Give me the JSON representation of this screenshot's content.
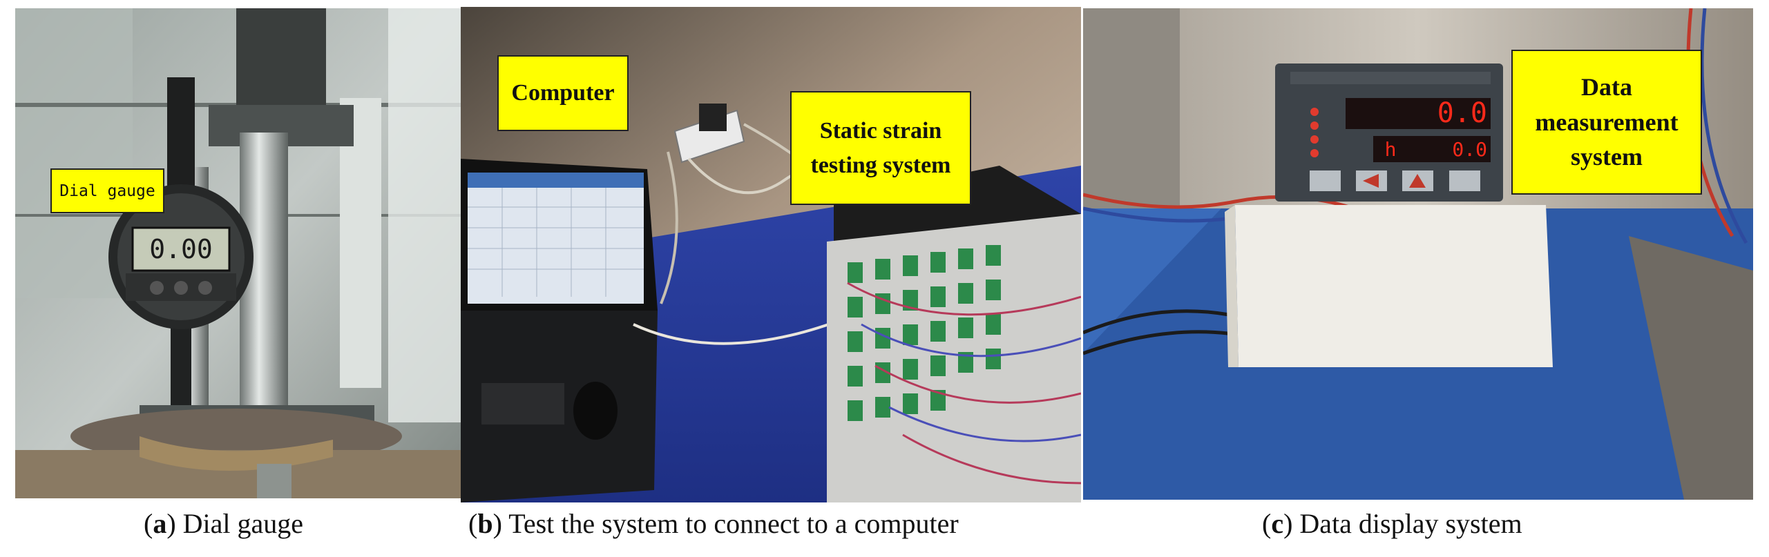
{
  "panels": [
    {
      "label_box": "Dial gauge",
      "display_value": "0.00",
      "caption_letter": "a",
      "caption_text": "Dial gauge"
    },
    {
      "label_box_1": "Computer",
      "label_box_2_line1": "Static strain",
      "label_box_2_line2": "testing system",
      "caption_letter": "b",
      "caption_text": "Test the system to connect to a computer"
    },
    {
      "label_box_line1": "Data",
      "label_box_line2": "measurement",
      "label_box_line3": "system",
      "display_value_1": "0.0",
      "display_value_2": "0.0",
      "display_prefix": "h",
      "caption_letter": "c",
      "caption_text": "Data display system"
    }
  ]
}
